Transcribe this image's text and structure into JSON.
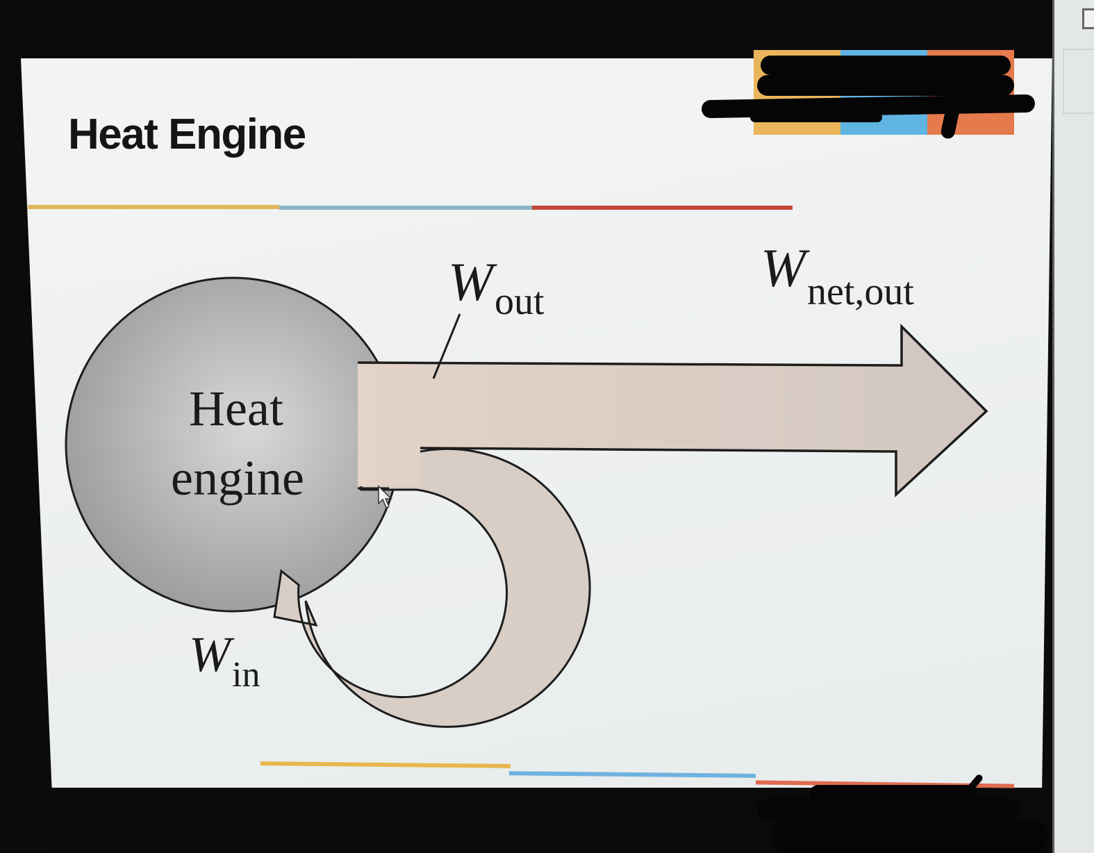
{
  "slide": {
    "title": "Heat Engine",
    "colors": {
      "yellow": "#e6b24c",
      "blue": "#78b1d6",
      "red": "#d4503a",
      "arrow_fill": "#ddd0c6",
      "engine_fill": "#a9a9a9",
      "stroke": "#1d1d1d"
    },
    "logo": {
      "segments": [
        "#eab55a",
        "#5fb4e2",
        "#e57a4c"
      ],
      "redacted": true
    }
  },
  "diagram": {
    "engine_label_line1": "Heat",
    "engine_label_line2": "engine",
    "w_out": {
      "symbol": "W",
      "subscript": "out"
    },
    "w_net_out": {
      "symbol": "W",
      "subscript": "net,out"
    },
    "w_in": {
      "symbol": "W",
      "subscript": "in"
    }
  }
}
